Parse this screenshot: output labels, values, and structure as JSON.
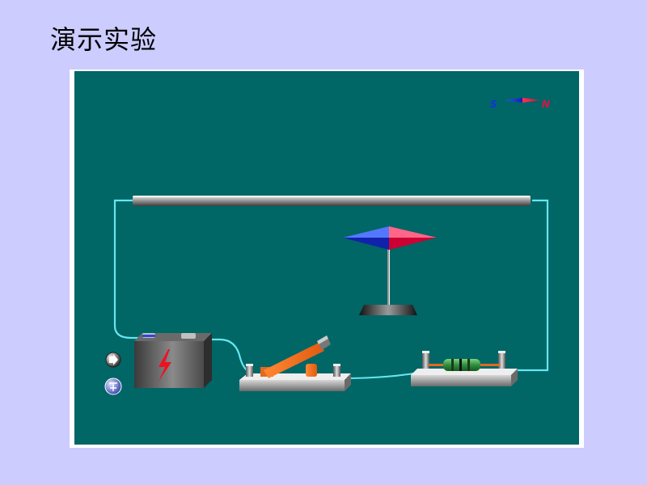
{
  "title": "演示实验",
  "compass_legend": {
    "south_label": "S",
    "north_label": "N"
  },
  "colors": {
    "background": "#ccccff",
    "board": "#006666",
    "wire": "#66e6f0",
    "south": "#1133dd",
    "north": "#dd1144"
  },
  "controls": {
    "play_icon": "play-arrow-icon",
    "reset_icon": "reset-icon"
  }
}
